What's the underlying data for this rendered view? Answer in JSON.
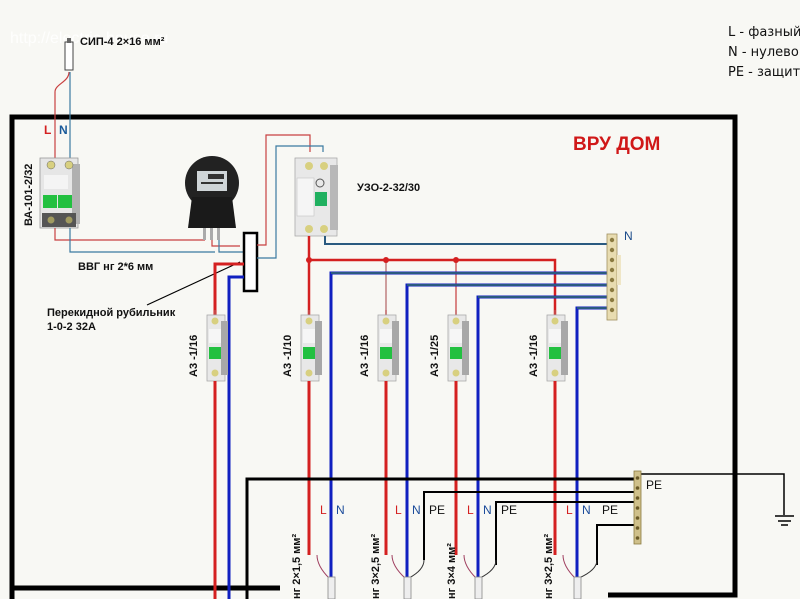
{
  "title": "ВРУ ДОМ",
  "legend": [
    {
      "code": "L",
      "text": "L - фазный"
    },
    {
      "code": "N",
      "text": "N - нулево"
    },
    {
      "code": "PE",
      "text": "PE - защит"
    }
  ],
  "input_cable": "СИП-4  2×16 мм²",
  "watermark": "http://electric-house.ru",
  "main_breaker": "ВА-101-2/32",
  "meter_cable": "ВВГ нг 2*6 мм",
  "switch_label": "Перекидной рубильник",
  "switch_spec": "1-0-2   32А",
  "rcd_label": "УЗО-2-32/30",
  "breakers": [
    {
      "id": "b1",
      "label": "А3 -1/16"
    },
    {
      "id": "b2",
      "label": "А3 -1/10"
    },
    {
      "id": "b3",
      "label": "А3 -1/16"
    },
    {
      "id": "b4",
      "label": "А3 -1/25"
    },
    {
      "id": "b5",
      "label": "А3 -1/16"
    }
  ],
  "bus_labels": {
    "n": "N",
    "pe": "PE"
  },
  "wire_labels": {
    "l": "L",
    "n": "N",
    "pe": "PE"
  },
  "outgoing_cables": [
    {
      "label": "нг 2×1,5 мм²"
    },
    {
      "label": "нг 3×2,5 мм²"
    },
    {
      "label": "нг 3×4 мм²"
    },
    {
      "label": "нг 3×2,5 мм²"
    }
  ],
  "colors": {
    "phase": "#d42020",
    "neutral": "#1020c0",
    "neutral_thin": "#2a5a80",
    "pe": "#111111",
    "title": "#d01818"
  }
}
